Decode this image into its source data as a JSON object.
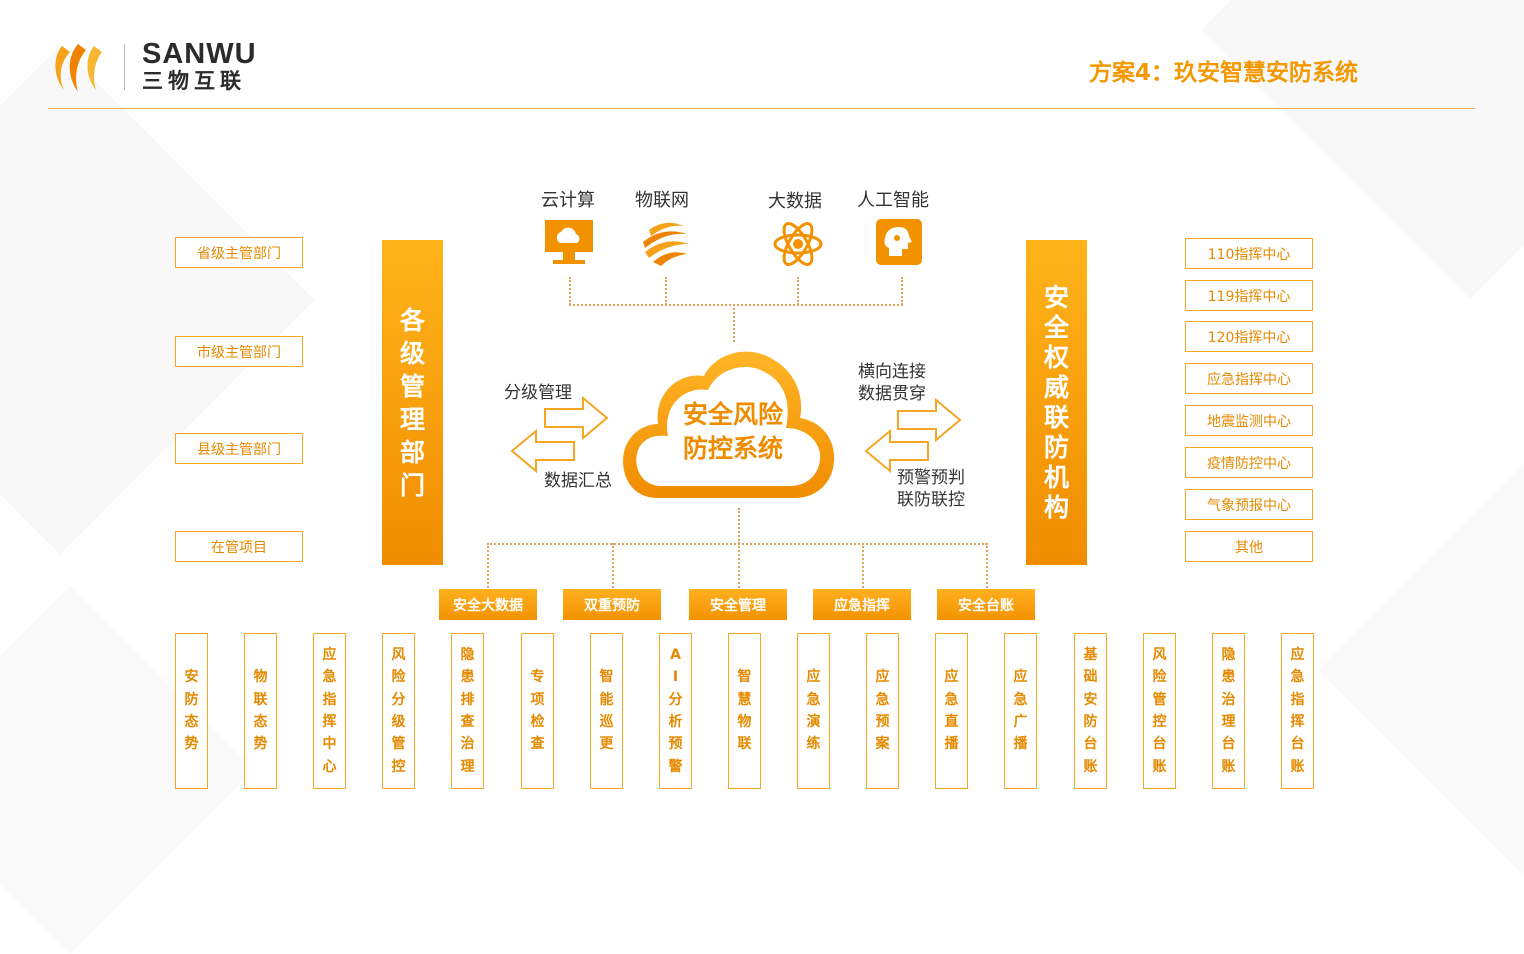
{
  "header": {
    "brand_en": "SANWU",
    "brand_cn": "三物互联",
    "title": "方案4：玖安智慧安防系统"
  },
  "colors": {
    "accent": "#f39800",
    "border": "#f5a623",
    "text": "#333333"
  },
  "left_boxes": [
    "省级主管部门",
    "市级主管部门",
    "县级主管部门",
    "在管项目"
  ],
  "left_bar": [
    "各",
    "级",
    "管",
    "理",
    "部",
    "门"
  ],
  "right_bar": [
    "安",
    "全",
    "权",
    "威",
    "联",
    "防",
    "机",
    "构"
  ],
  "right_boxes": [
    "110指挥中心",
    "119指挥中心",
    "120指挥中心",
    "应急指挥中心",
    "地震监测中心",
    "疫情防控中心",
    "气象预报中心",
    "其他"
  ],
  "tech": [
    {
      "label": "云计算",
      "icon": "monitor-cloud-icon"
    },
    {
      "label": "物联网",
      "icon": "iot-sphere-icon"
    },
    {
      "label": "大数据",
      "icon": "atom-icon"
    },
    {
      "label": "人工智能",
      "icon": "ai-head-icon"
    }
  ],
  "center": {
    "line1": "安全风险",
    "line2": "防控系统"
  },
  "flows": {
    "left_top": "分级管理",
    "left_bottom": "数据汇总",
    "right_top_1": "横向连接",
    "right_top_2": "数据贯穿",
    "right_bottom_1": "预警预判",
    "right_bottom_2": "联防联控"
  },
  "categories": [
    "安全大数据",
    "双重预防",
    "安全管理",
    "应急指挥",
    "安全台账"
  ],
  "columns": [
    [
      "安",
      "防",
      "态",
      "势"
    ],
    [
      "物",
      "联",
      "态",
      "势"
    ],
    [
      "应",
      "急",
      "指",
      "挥",
      "中",
      "心"
    ],
    [
      "风",
      "险",
      "分",
      "级",
      "管",
      "控"
    ],
    [
      "隐",
      "患",
      "排",
      "查",
      "治",
      "理"
    ],
    [
      "专",
      "项",
      "检",
      "查"
    ],
    [
      "智",
      "能",
      "巡",
      "更"
    ],
    [
      "A",
      "I",
      "分",
      "析",
      "预",
      "警"
    ],
    [
      "智",
      "慧",
      "物",
      "联"
    ],
    [
      "应",
      "急",
      "演",
      "练"
    ],
    [
      "应",
      "急",
      "预",
      "案"
    ],
    [
      "应",
      "急",
      "直",
      "播"
    ],
    [
      "应",
      "急",
      "广",
      "播"
    ],
    [
      "基",
      "础",
      "安",
      "防",
      "台",
      "账"
    ],
    [
      "风",
      "险",
      "管",
      "控",
      "台",
      "账"
    ],
    [
      "隐",
      "患",
      "治",
      "理",
      "台",
      "账"
    ],
    [
      "应",
      "急",
      "指",
      "挥",
      "台",
      "账"
    ]
  ]
}
